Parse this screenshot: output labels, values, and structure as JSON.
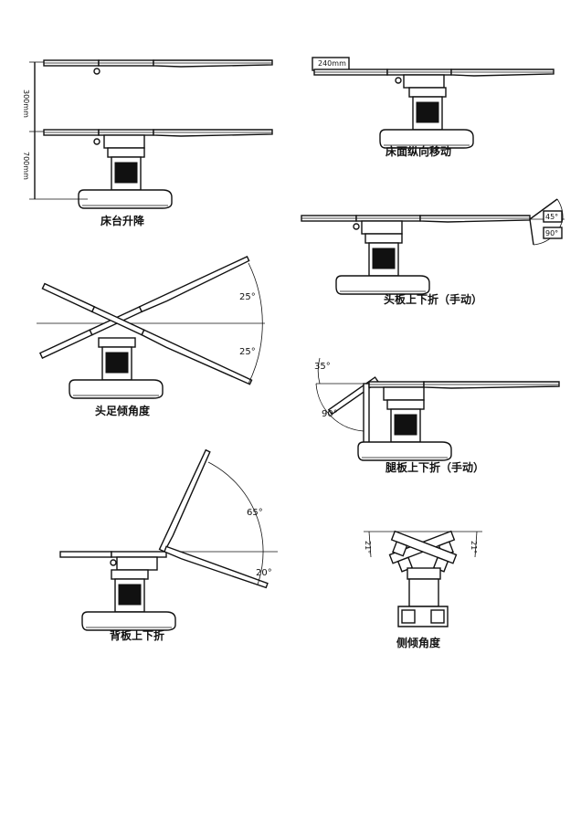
{
  "diagrams": {
    "lift": {
      "caption": "床台升降",
      "dim_upper": "300mm",
      "dim_lower": "700mm"
    },
    "slide": {
      "caption": "床面纵向移动",
      "dim": "240mm"
    },
    "head_fold": {
      "caption": "头板上下折（手动）",
      "angle_up": "45°",
      "angle_down": "90°"
    },
    "trendelenburg": {
      "caption": "头足倾角度",
      "angle_up": "25°",
      "angle_down": "25°"
    },
    "leg_fold": {
      "caption": "腿板上下折（手动）",
      "angle_up": "35°",
      "angle_down": "90°"
    },
    "back_fold": {
      "caption": "背板上下折",
      "angle_up": "65°",
      "angle_down": "20°"
    },
    "lateral": {
      "caption": "侧倾角度",
      "angle_left": "21°",
      "angle_right": "21°"
    }
  }
}
